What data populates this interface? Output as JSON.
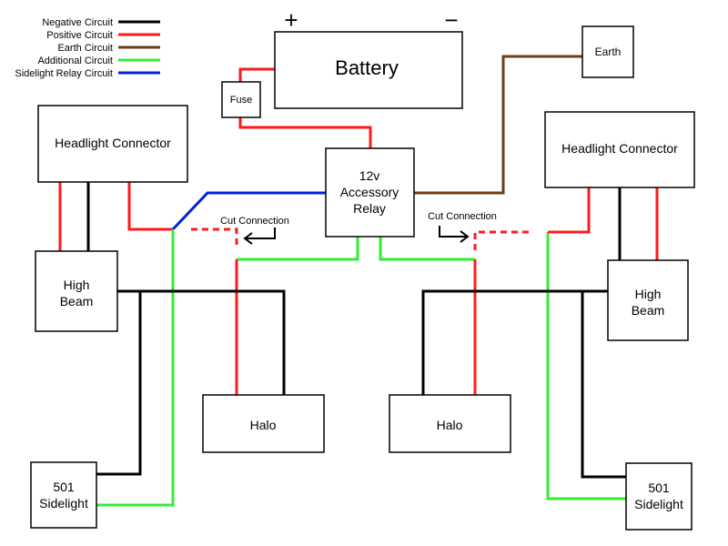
{
  "legend": [
    {
      "label": "Negative Circuit",
      "color": "#000000"
    },
    {
      "label": "Positive Circuit",
      "color": "#ff1a1a"
    },
    {
      "label": "Earth Circuit",
      "color": "#6b3e14"
    },
    {
      "label": "Additional Circuit",
      "color": "#33ee33"
    },
    {
      "label": "Sidelight Relay Circuit",
      "color": "#0022dd"
    }
  ],
  "battery": {
    "label": "Battery",
    "plus": "+",
    "minus": "−"
  },
  "fuse": "Fuse",
  "earth": "Earth",
  "relay": {
    "line1": "12v",
    "line2": "Accessory",
    "line3": "Relay"
  },
  "cut_connection_left": "Cut Connection",
  "cut_connection_right": "Cut Connection",
  "left": {
    "headlight_connector": "Headlight Connector",
    "high_beam": {
      "line1": "High",
      "line2": "Beam"
    },
    "halo": "Halo",
    "sidelight": {
      "line1": "501",
      "line2": "Sidelight"
    }
  },
  "right": {
    "headlight_connector": "Headlight Connector",
    "high_beam": {
      "line1": "High",
      "line2": "Beam"
    },
    "halo": "Halo",
    "sidelight": {
      "line1": "501",
      "line2": "Sidelight"
    }
  }
}
